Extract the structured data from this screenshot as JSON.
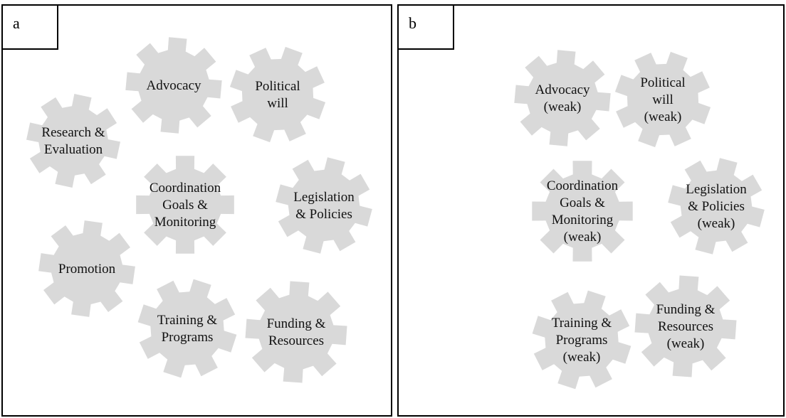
{
  "colors": {
    "gear": "#d9d9d9",
    "border": "#000000",
    "text": "#111111"
  },
  "panels": [
    {
      "label": "a",
      "gears": [
        {
          "name": "gear-advocacy",
          "lines": [
            "Advocacy"
          ]
        },
        {
          "name": "gear-political-will",
          "lines": [
            "Political",
            "will"
          ]
        },
        {
          "name": "gear-research-evaluation",
          "lines": [
            "Research &",
            "Evaluation"
          ]
        },
        {
          "name": "gear-coordination",
          "lines": [
            "Coordination",
            "Goals &",
            "Monitoring"
          ]
        },
        {
          "name": "gear-legislation",
          "lines": [
            "Legislation",
            "& Policies"
          ]
        },
        {
          "name": "gear-promotion",
          "lines": [
            "Promotion"
          ]
        },
        {
          "name": "gear-training",
          "lines": [
            "Training &",
            "Programs"
          ]
        },
        {
          "name": "gear-funding",
          "lines": [
            "Funding &",
            "Resources"
          ]
        }
      ]
    },
    {
      "label": "b",
      "gears": [
        {
          "name": "gear-advocacy",
          "lines": [
            "Advocacy",
            "(weak)"
          ]
        },
        {
          "name": "gear-political-will",
          "lines": [
            "Political",
            "will",
            "(weak)"
          ]
        },
        {
          "name": "gear-coordination",
          "lines": [
            "Coordination",
            "Goals &",
            "Monitoring",
            "(weak)"
          ]
        },
        {
          "name": "gear-legislation",
          "lines": [
            "Legislation",
            "& Policies",
            "(weak)"
          ]
        },
        {
          "name": "gear-training",
          "lines": [
            "Training &",
            "Programs",
            "(weak)"
          ]
        },
        {
          "name": "gear-funding",
          "lines": [
            "Funding &",
            "Resources",
            "(weak)"
          ]
        }
      ]
    }
  ]
}
